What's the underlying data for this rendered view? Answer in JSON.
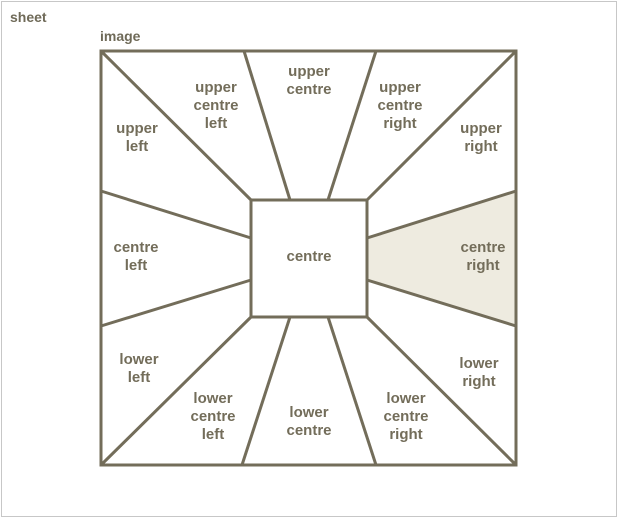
{
  "sheet_label": "sheet",
  "image_label": "image",
  "colors": {
    "stroke": "#736d5a",
    "text": "#736d5a",
    "highlight_fill": "#eeebe0",
    "background": "#ffffff"
  },
  "regions": {
    "upper_left": [
      "upper",
      "left"
    ],
    "upper_centre_left": [
      "upper",
      "centre",
      "left"
    ],
    "upper_centre": [
      "upper",
      "centre"
    ],
    "upper_centre_right": [
      "upper",
      "centre",
      "right"
    ],
    "upper_right": [
      "upper",
      "right"
    ],
    "centre_left": [
      "centre",
      "left"
    ],
    "centre": [
      "centre"
    ],
    "centre_right": [
      "centre",
      "right"
    ],
    "lower_left": [
      "lower",
      "left"
    ],
    "lower_centre_left": [
      "lower",
      "centre",
      "left"
    ],
    "lower_centre": [
      "lower",
      "centre"
    ],
    "lower_centre_right": [
      "lower",
      "centre",
      "right"
    ],
    "lower_right": [
      "lower",
      "right"
    ]
  },
  "highlighted_region": "centre_right"
}
